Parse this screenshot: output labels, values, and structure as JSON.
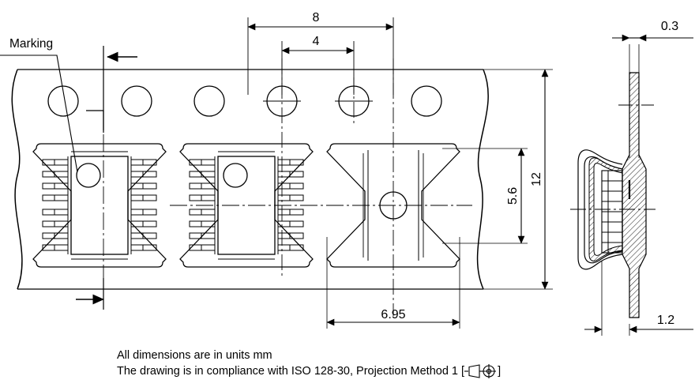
{
  "drawing": {
    "title": "Tape and reel carrier tape drawing",
    "marking_label": "Marking",
    "notes": {
      "line1": "All dimensions are in units mm",
      "line2_prefix": "The drawing is in compliance with ISO 128-30, Projection Method 1 [",
      "line2_suffix": "]",
      "projection_symbol": "first-angle-projection-symbol"
    },
    "dimensions": {
      "pitch_major": "8",
      "pitch_minor": "4",
      "tape_width": "12",
      "pocket_height": "5.6",
      "pocket_width": "6.95",
      "tape_thickness": "0.3",
      "pocket_depth": "1.2"
    },
    "units": "mm",
    "views": {
      "top_view_name": "top-view",
      "side_view_name": "side-section-view"
    },
    "features": {
      "sprocket_hole_count": 6,
      "pocket_count": 3,
      "leads_per_side": 8,
      "component_pin1_marker": "pin-1-marking-dot"
    },
    "colors": {
      "line": "#000000",
      "background": "#ffffff",
      "thin_line": "#1a1a1a"
    }
  }
}
